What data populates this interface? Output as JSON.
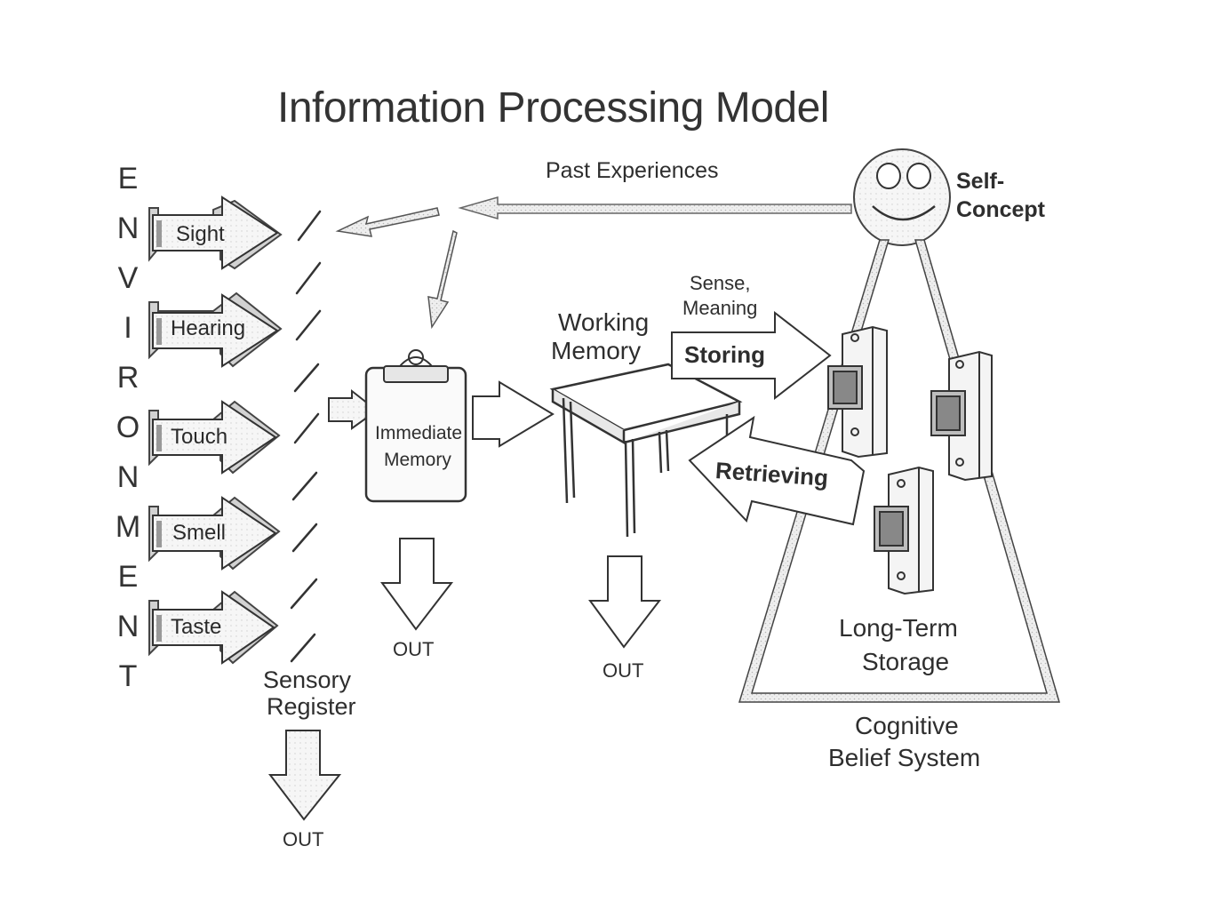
{
  "title": "Information Processing Model",
  "environment_letters": [
    "E",
    "N",
    "V",
    "I",
    "R",
    "O",
    "N",
    "M",
    "E",
    "N",
    "T"
  ],
  "senses": [
    "Sight",
    "Hearing",
    "Touch",
    "Smell",
    "Taste"
  ],
  "labels": {
    "past_experiences": "Past Experiences",
    "self_concept_line1": "Self-",
    "self_concept_line2": "Concept",
    "sense_meaning_line1": "Sense,",
    "sense_meaning_line2": "Meaning",
    "working_memory_line1": "Working",
    "working_memory_line2": "Memory",
    "storing": "Storing",
    "retrieving": "Retrieving",
    "immediate_memory_line1": "Immediate",
    "immediate_memory_line2": "Memory",
    "sensory_register_line1": "Sensory",
    "sensory_register_line2": "Register",
    "long_term_storage_line1": "Long-Term",
    "long_term_storage_line2": "Storage",
    "cognitive_belief_line1": "Cognitive",
    "cognitive_belief_line2": "Belief System",
    "out_sensory": "OUT",
    "out_immediate": "OUT",
    "out_working": "OUT"
  }
}
